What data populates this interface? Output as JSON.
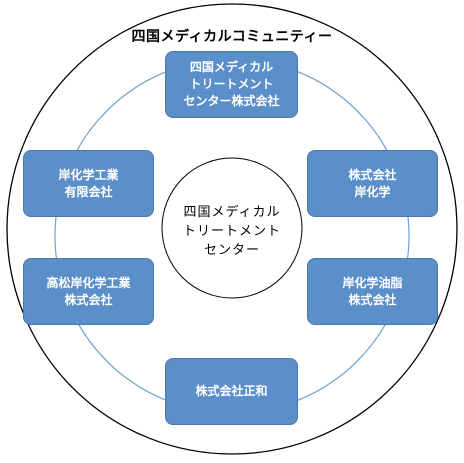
{
  "diagram": {
    "title": "四国メディカルコミュニティー",
    "center": "四国メディカル\nトリートメント\nセンター",
    "nodes": {
      "top": "四国メディカル\nトリートメント\nセンター株式会社",
      "upper_left": "岸化学工業\n有限会社",
      "upper_right": "株式会社\n岸化学",
      "lower_left": "高松岸化学工業\n株式会社",
      "lower_right": "岸化学油脂\n株式会社",
      "bottom": "株式会社正和"
    },
    "colors": {
      "node_fill": "#5b8fc9",
      "node_border": "#4a77a8",
      "ring_line": "#6f9fd3",
      "outline": "#000000"
    }
  }
}
